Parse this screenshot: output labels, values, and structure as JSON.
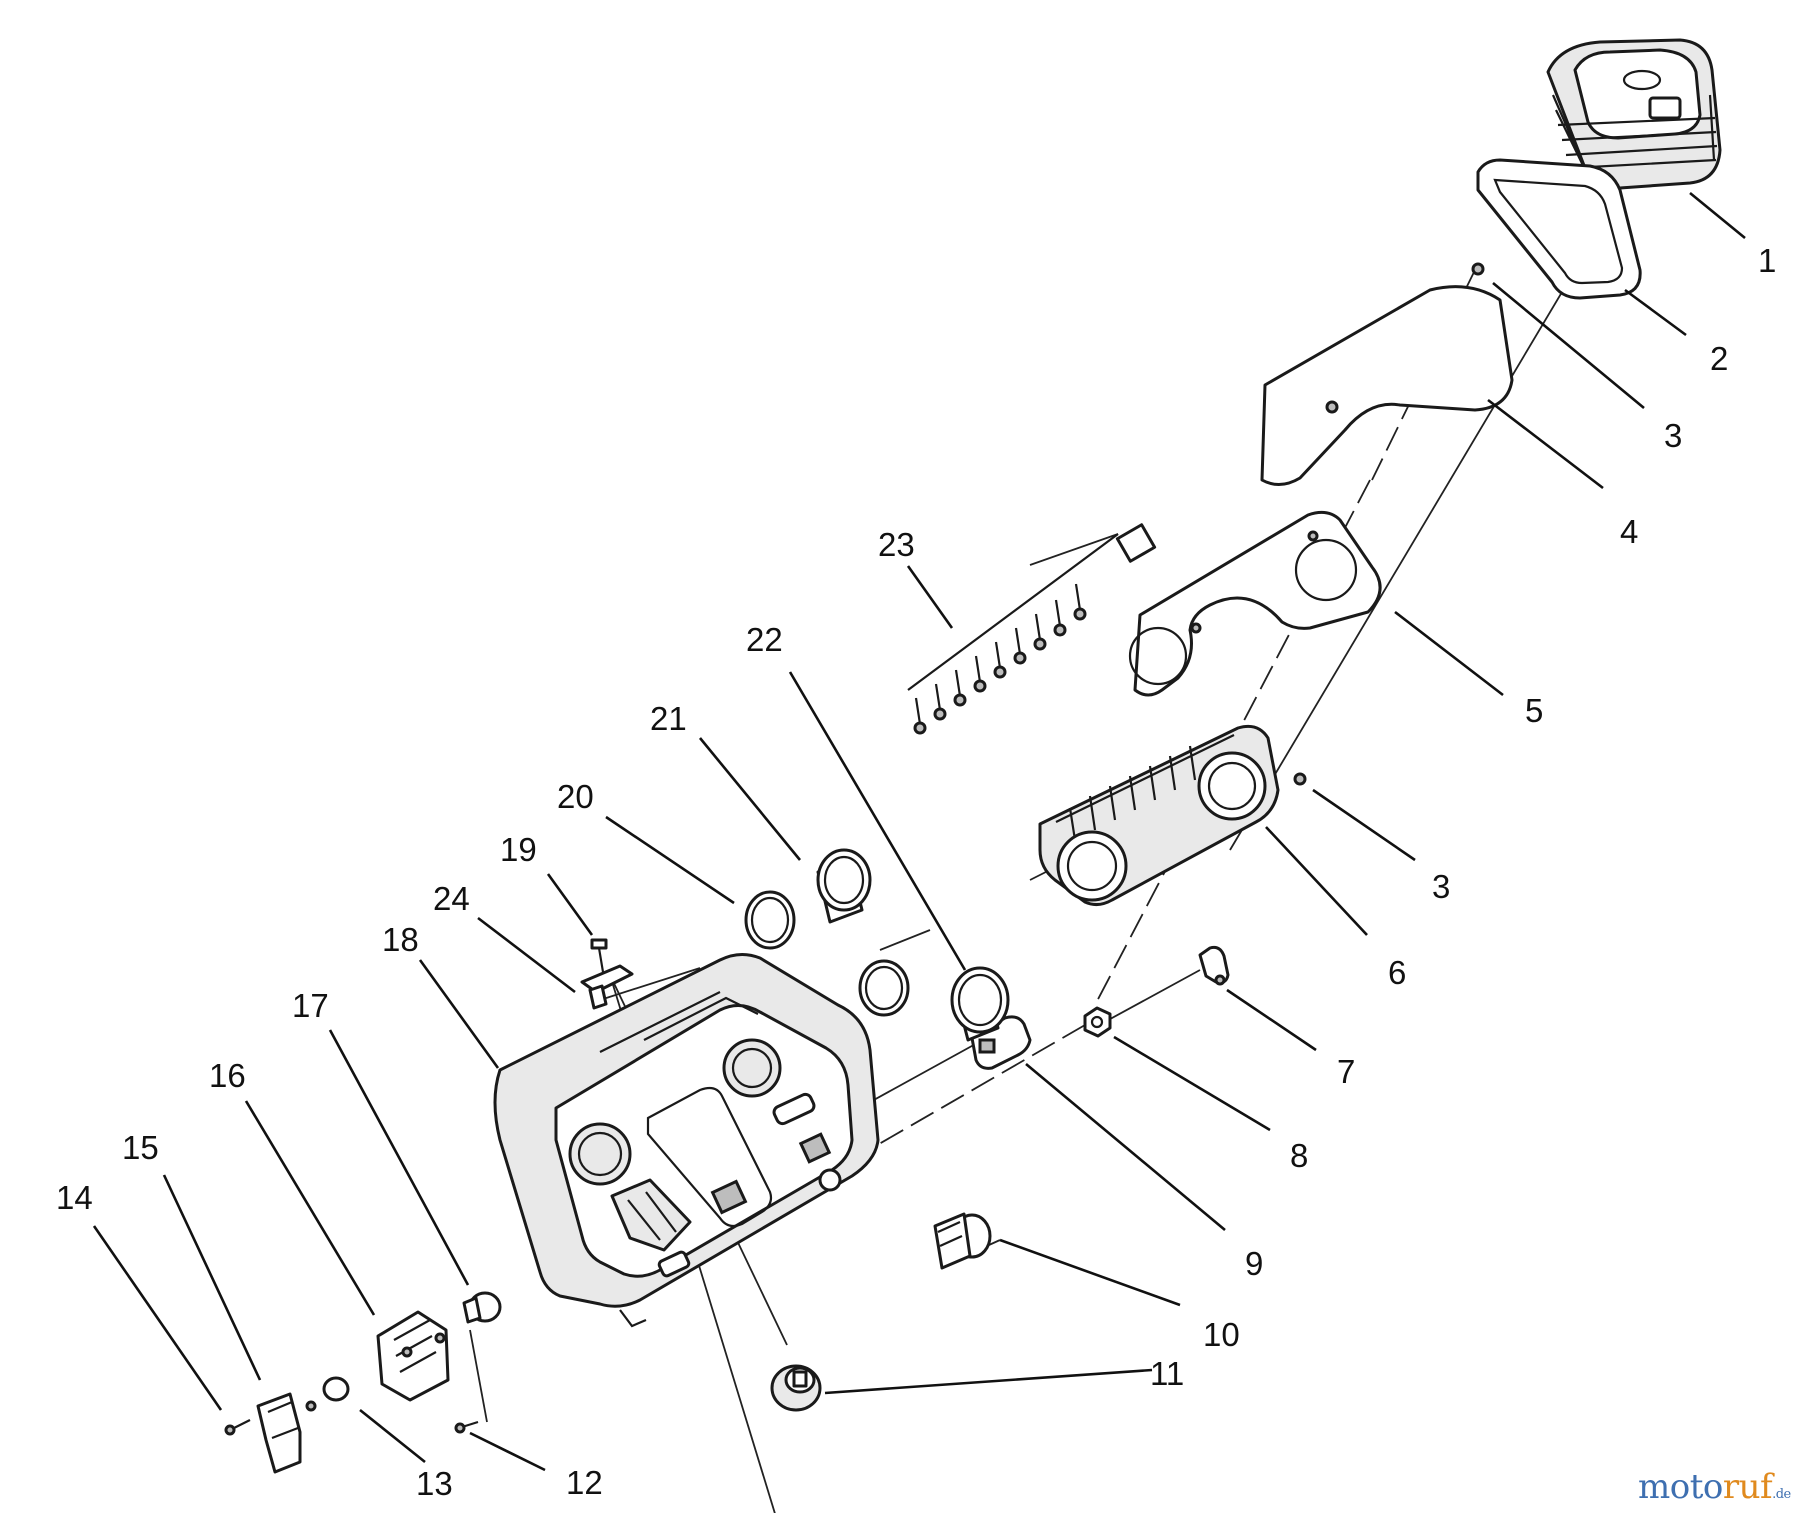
{
  "diagram": {
    "callouts": [
      "1",
      "2",
      "3",
      "4",
      "5",
      "6",
      "7",
      "8",
      "9",
      "10",
      "11",
      "12",
      "13",
      "14",
      "15",
      "16",
      "17",
      "18",
      "19",
      "20",
      "21",
      "22",
      "23",
      "24"
    ],
    "repeat_callouts": {
      "3b": "3"
    }
  },
  "watermark": {
    "part1": "moto",
    "part2": "ruf",
    "part3": ".de"
  }
}
